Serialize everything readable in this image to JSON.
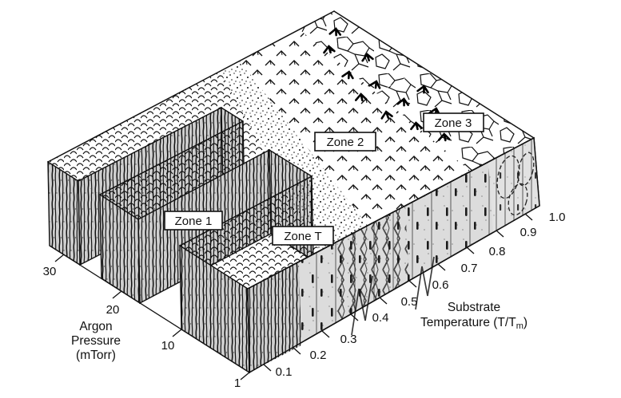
{
  "figure": {
    "kind": "structure-zone-model-diagram",
    "zones": {
      "zone1": "Zone 1",
      "zoneT": "Zone T",
      "zone2": "Zone 2",
      "zone3": "Zone 3"
    },
    "axes": {
      "pressure": {
        "title_lines": [
          "Argon",
          "Pressure",
          "(mTorr)"
        ],
        "tick_labels": [
          "30",
          "20",
          "10",
          "1"
        ]
      },
      "temperature": {
        "title_line1": "Substrate",
        "title_line2_pre": "Temperature (T/T",
        "title_line2_sub": "m",
        "title_line2_post": ")",
        "tick_labels": [
          "0.1",
          "0.2",
          "0.3",
          "0.4",
          "0.5",
          "0.6",
          "0.7",
          "0.8",
          "0.9",
          "1.0"
        ]
      }
    },
    "colors": {
      "ink": "#111111",
      "paper": "#ffffff",
      "face_gray": "#d6d6d6"
    }
  }
}
